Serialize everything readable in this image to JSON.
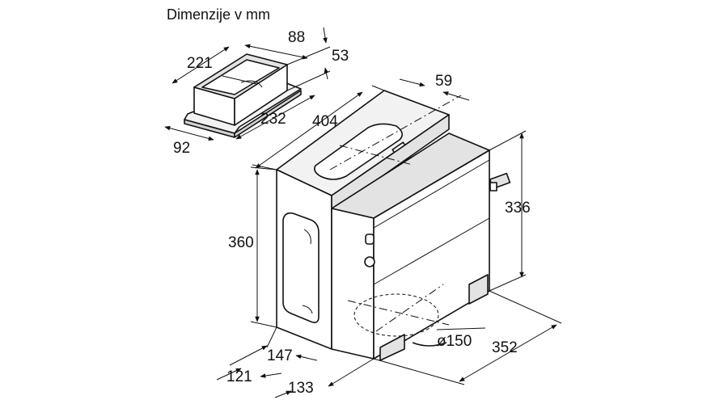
{
  "title": "Dimenzije v mm",
  "dimensions": {
    "adapter_length": "221",
    "adapter_opening": "88",
    "adapter_height": "53",
    "adapter_base_length": "232",
    "adapter_base_depth": "92",
    "unit_length": "404",
    "outlet_offset": "59",
    "unit_height_right": "336",
    "unit_height_left": "360",
    "bottom_offset_147": "147",
    "bottom_offset_121": "121",
    "bottom_offset_133": "133",
    "outlet_diameter": "ø150",
    "unit_depth": "352"
  }
}
